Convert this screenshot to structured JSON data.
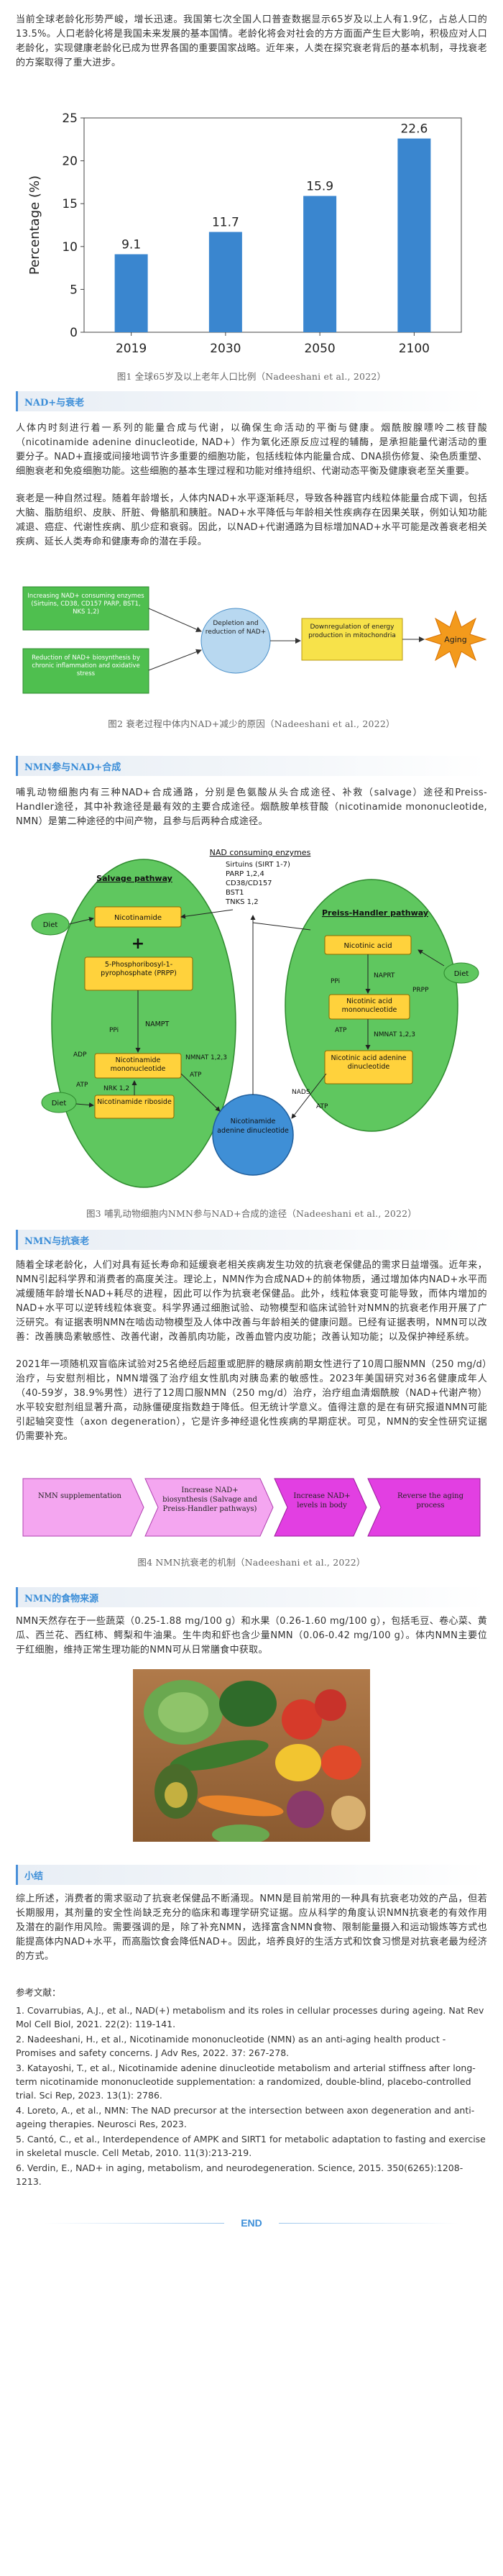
{
  "intro": {
    "text": "当前全球老龄化形势严峻，增长迅速。我国第七次全国人口普查数据显示65岁及以上人有1.9亿，占总人口的13.5%。人口老龄化将是我国未来发展的基本国情。老龄化将会对社会的方方面面产生巨大影响，积极应对人口老龄化，实现健康老龄化已成为世界各国的重要国家战略。近年来，人类在探究衰老背后的基本机制，寻找衰老的方案取得了重大进步。"
  },
  "chart_data": {
    "type": "bar",
    "categories": [
      "2019",
      "2030",
      "2050",
      "2100"
    ],
    "values": [
      9.1,
      11.7,
      15.9,
      22.6
    ],
    "ylabel": "Percentage (%)",
    "ylim": [
      0,
      25
    ],
    "yticks": [
      0,
      5,
      10,
      15,
      20,
      25
    ],
    "color": "#3a86cf",
    "grid": false
  },
  "fig1_caption": "图1 全球65岁及以上老年人口比例（Nadeeshani et al., 2022）",
  "section1": {
    "title": "NAD+与衰老",
    "p1": "人体内时刻进行着一系列的能量合成与代谢，以确保生命活动的平衡与健康。烟酰胺腺嘌呤二核苷酸（nicotinamide adenine dinucleotide, NAD+）作为氧化还原反应过程的辅酶，是承担能量代谢活动的重要分子。NAD+直接或间接地调节许多重要的细胞功能，包括线粒体内能量合成、DNA损伤修复、染色质重塑、细胞衰老和免疫细胞功能。这些细胞的基本生理过程和功能对维持组织、代谢动态平衡及健康衰老至关重要。",
    "p2": "衰老是一种自然过程。随着年龄增长，人体内NAD+水平逐渐耗尽，导致各种器官内线粒体能量合成下调，包括大脑、脂肪组织、皮肤、肝脏、骨骼肌和胰脏。NAD+水平降低与年龄相关性疾病存在因果关联，例如认知功能减退、癌症、代谢性疾病、肌少症和衰弱。因此，以NAD+代谢通路为目标增加NAD+水平可能是改善衰老相关疾病、延长人类寿命和健康寿命的潜在手段。"
  },
  "fig2": {
    "box1": "Increasing NAD+ consuming enzymes (Sirtuins, CD38, CD157 PARP, BST1, NKS 1,2)",
    "box2": "Reduction of NAD+ biosynthesis by chronic inflammation and oxidative stress",
    "circle": "Depletion and reduction of NAD+",
    "box3": "Downregulation of energy production in mitochondria",
    "star": "Aging",
    "caption": "图2 衰老过程中体内NAD+减少的原因（Nadeeshani et al., 2022）"
  },
  "section2": {
    "title": "NMN参与NAD+合成",
    "p1": "哺乳动物细胞内有三种NAD+合成通路，分别是色氨酸从头合成途径、补救（salvage）途径和Preiss-Handler途径，其中补救途径是最有效的主要合成途径。烟酰胺单核苷酸（nicotinamide mononucleotide, NMN）是第二种途径的中间产物，且参与后两种合成途径。"
  },
  "fig3": {
    "title": "NAD consuming enzymes",
    "enzymes": [
      "Sirtuins (SIRT 1-7)",
      "PARP 1,2,4",
      "CD38/CD157",
      "BST1",
      "TNKS 1,2"
    ],
    "salvage_title": "Salvage pathway",
    "ph_title": "Preiss-Handler pathway",
    "diet": "Diet",
    "nicotinamide": "Nicotinamide",
    "plus": "+",
    "prpp": "5-Phosphoribosyl-1-pyrophosphate (PRPP)",
    "nampt": "NAMPT",
    "nmn": "Nicotinamide mononucleotide",
    "nmnat_left": "NMNAT 1,2,3",
    "nr": "Nicotinamide riboside",
    "nrk": "NRK 1,2",
    "atp": "ATP",
    "adp": "ADP",
    "ppi": "PPi",
    "nad": "Nicotinamide adenine dinucleotide",
    "nicotinic_acid": "Nicotinic acid",
    "naprt": "NAPRT",
    "prpp_short": "PRPP",
    "namn": "Nicotinic acid mononucleotide",
    "nmnat_right": "NMNAT 1,2,3",
    "naad": "Nicotinic acid adenine dinucleotide",
    "nads": "NADS",
    "caption": "图3 哺乳动物细胞内NMN参与NAD+合成的途径（Nadeeshani et al., 2022）"
  },
  "section3": {
    "title": "NMN与抗衰老",
    "p1": "随着全球老龄化，人们对具有延长寿命和延缓衰老相关疾病发生功效的抗衰老保健品的需求日益增强。近年来，NMN引起科学界和消费者的高度关注。理论上，NMN作为合成NAD+的前体物质，通过增加体内NAD+水平而减缓随年龄增长NAD+耗尽的进程，因此可以作为抗衰老保健品。此外，线粒体衰变可能导致，而体内增加的NAD+水平可以逆转线粒体衰变。科学界通过细胞试验、动物模型和临床试验针对NMN的抗衰老作用开展了广泛研究。有证据表明NMN在啮齿动物模型及人体中改善与年龄相关的健康问题。已经有证据表明，NMN可以改善：改善胰岛素敏感性、改善代谢，改善肌肉功能，改善血管内皮功能；改善认知功能；以及保护神经系统。",
    "p2": "2021年一项随机双盲临床试验对25名绝经后超重或肥胖的糖尿病前期女性进行了10周口服NMN（250 mg/d）治疗，与安慰剂相比，NMN增强了治疗组女性肌肉对胰岛素的敏感性。2023年美国研究对36名健康成年人（40-59岁，38.9%男性）进行了12周口服NMN（250 mg/d）治疗，治疗组血清烟酰胺（NAD+代谢产物）水平较安慰剂组显著升高，动脉僵硬度指数趋于降低。但无统计学意义。值得注意的是在有研究报道NMN可能引起轴突变性（axon degeneration），它是许多神经退化性疾病的早期症状。可见，NMN的安全性研究证据仍需要补充。"
  },
  "fig4": {
    "step1": "NMN supplementation",
    "step2": "Increase NAD+ biosynthesis (Salvage and Preiss-Handler pathways)",
    "step3": "Increase NAD+ levels in body",
    "step4": "Reverse the aging process",
    "caption": "图4 NMN抗衰老的机制（Nadeeshani et al., 2022）"
  },
  "section4": {
    "title": "NMN的食物来源",
    "p1": "NMN天然存在于一些蔬菜（0.25-1.88 mg/100 g）和水果（0.26-1.60 mg/100 g），包括毛豆、卷心菜、黄瓜、西兰花、西红柿、鳄梨和牛油果。生牛肉和虾也含少量NMN（0.06-0.42 mg/100 g）。体内NMN主要位于红细胞，维持正常生理功能的NMN可从日常膳食中获取。"
  },
  "section5": {
    "title": "小结",
    "p1": "综上所述，消费者的需求驱动了抗衰老保健品不断涌现。NMN是目前常用的一种具有抗衰老功效的产品，但若长期服用，其剂量的安全性尚缺乏充分的临床和毒理学研究证据。应从科学的角度认识NMN抗衰老的有效作用及潜在的副作用风险。需要强调的是，除了补充NMN，选择富含NMN食物、限制能量摄入和运动锻炼等方式也能提高体内NAD+水平，而高脂饮食会降低NAD+。因此，培养良好的生活方式和饮食习惯是对抗衰老最为经济的方式。"
  },
  "references": {
    "title": "参考文献：",
    "items": [
      "1. Covarrubias, A.J., et al., NAD(+) metabolism and its roles in cellular processes during ageing. Nat Rev Mol Cell Biol, 2021. 22(2): 119-141.",
      "2. Nadeeshani, H., et al., Nicotinamide mononucleotide (NMN) as an anti-aging health product - Promises and safety concerns. J Adv Res, 2022. 37: 267-278.",
      "3. Katayoshi, T., et al., Nicotinamide adenine dinucleotide metabolism and arterial stiffness after long-term nicotinamide mononucleotide supplementation: a randomized, double-blind, placebo-controlled trial. Sci Rep, 2023. 13(1): 2786.",
      "4. Loreto, A., et al., NMN: The NAD precursor at the intersection between axon degeneration and anti-ageing therapies. Neurosci Res, 2023.",
      "5. Cantó, C., et al., Interdependence of AMPK and SIRT1 for metabolic adaptation to fasting and exercise in skeletal muscle. Cell Metab, 2010. 11(3):213-219.",
      "6. Verdin, E., NAD+ in aging, metabolism, and neurodegeneration. Science, 2015. 350(6265):1208-1213."
    ]
  },
  "end_label": "END",
  "colors": {
    "accent": "#3c8ed8",
    "bar": "#3a86cf",
    "green": "#5cc85c",
    "yellow": "#ffd23c",
    "magenta": "#e040e0"
  }
}
